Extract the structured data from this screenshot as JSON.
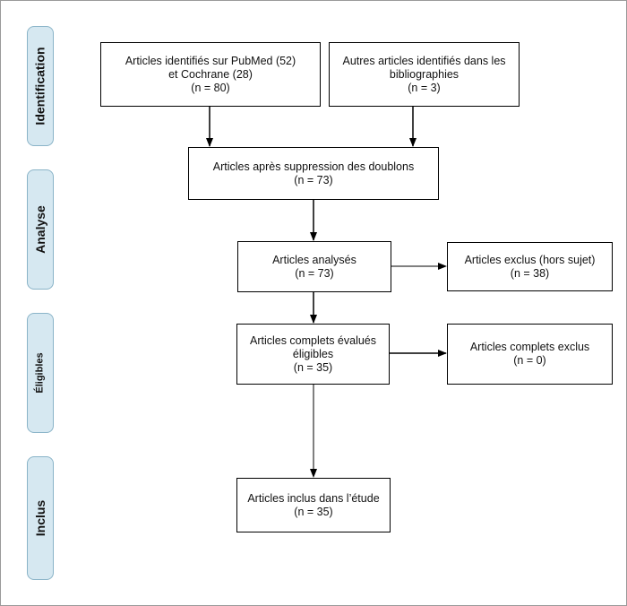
{
  "phases": {
    "identification": "Identification",
    "analyse": "Analyse",
    "eligibles": "Éligibles",
    "inclus": "Inclus"
  },
  "boxes": {
    "pubmed": {
      "line1": "Articles identifiés sur PubMed (52)",
      "line2": "et Cochrane (28)",
      "line3": "(n = 80)"
    },
    "autres": {
      "line1": "Autres articles identifiés dans les",
      "line2": "bibliographies",
      "line3": "(n =  3)"
    },
    "doublons": {
      "line1": "Articles après suppression des doublons",
      "line2": "(n = 73)"
    },
    "analyses": {
      "line1": "Articles analysés",
      "line2": "(n = 73)"
    },
    "exclus": {
      "line1": "Articles exclus (hors sujet)",
      "line2": "(n = 38)"
    },
    "complets": {
      "line1": "Articles complets évalués",
      "line2": "éligibles",
      "line3": "(n = 35)"
    },
    "complets_exclus": {
      "line1": "Articles complets exclus",
      "line2": "(n = 0)"
    },
    "inclus": {
      "line1": "Articles inclus dans l’étude",
      "line2": "(n = 35)"
    }
  }
}
